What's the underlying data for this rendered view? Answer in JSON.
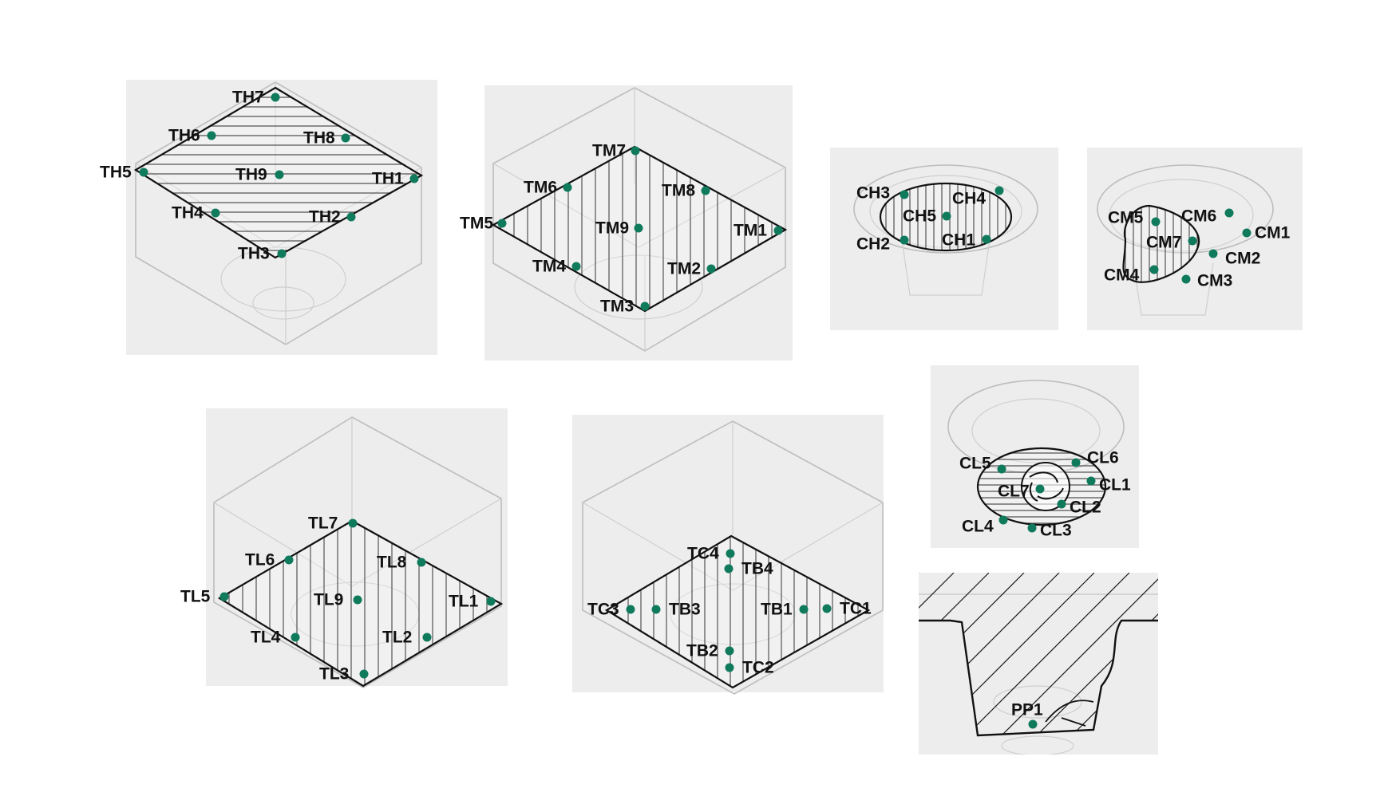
{
  "colors": {
    "point": "#0f7a5c",
    "panel": "#ededed"
  },
  "panels": [
    {
      "id": "top-high",
      "points": [
        {
          "label": "TH7"
        },
        {
          "label": "TH6"
        },
        {
          "label": "TH8"
        },
        {
          "label": "TH5"
        },
        {
          "label": "TH9"
        },
        {
          "label": "TH1"
        },
        {
          "label": "TH4"
        },
        {
          "label": "TH2"
        },
        {
          "label": "TH3"
        }
      ]
    },
    {
      "id": "top-mid",
      "points": [
        {
          "label": "TM7"
        },
        {
          "label": "TM6"
        },
        {
          "label": "TM8"
        },
        {
          "label": "TM5"
        },
        {
          "label": "TM9"
        },
        {
          "label": "TM1"
        },
        {
          "label": "TM4"
        },
        {
          "label": "TM2"
        },
        {
          "label": "TM3"
        }
      ]
    },
    {
      "id": "cup-high",
      "points": [
        {
          "label": "CH3"
        },
        {
          "label": "CH4"
        },
        {
          "label": "CH5"
        },
        {
          "label": "CH2"
        },
        {
          "label": "CH1"
        }
      ]
    },
    {
      "id": "cup-mid",
      "points": [
        {
          "label": "CM5"
        },
        {
          "label": "CM6"
        },
        {
          "label": "CM1"
        },
        {
          "label": "CM7"
        },
        {
          "label": "CM2"
        },
        {
          "label": "CM4"
        },
        {
          "label": "CM3"
        }
      ]
    },
    {
      "id": "cup-low",
      "points": [
        {
          "label": "CL5"
        },
        {
          "label": "CL6"
        },
        {
          "label": "CL7"
        },
        {
          "label": "CL1"
        },
        {
          "label": "CL2"
        },
        {
          "label": "CL4"
        },
        {
          "label": "CL3"
        }
      ]
    },
    {
      "id": "top-low",
      "points": [
        {
          "label": "TL7"
        },
        {
          "label": "TL6"
        },
        {
          "label": "TL8"
        },
        {
          "label": "TL5"
        },
        {
          "label": "TL9"
        },
        {
          "label": "TL1"
        },
        {
          "label": "TL4"
        },
        {
          "label": "TL2"
        },
        {
          "label": "TL3"
        }
      ]
    },
    {
      "id": "bottom",
      "points": [
        {
          "label": "TC4"
        },
        {
          "label": "TB4"
        },
        {
          "label": "TC3"
        },
        {
          "label": "TB3"
        },
        {
          "label": "TB1"
        },
        {
          "label": "TC1"
        },
        {
          "label": "TB2"
        },
        {
          "label": "TC2"
        }
      ]
    },
    {
      "id": "probe",
      "points": [
        {
          "label": "PP1"
        }
      ]
    }
  ]
}
